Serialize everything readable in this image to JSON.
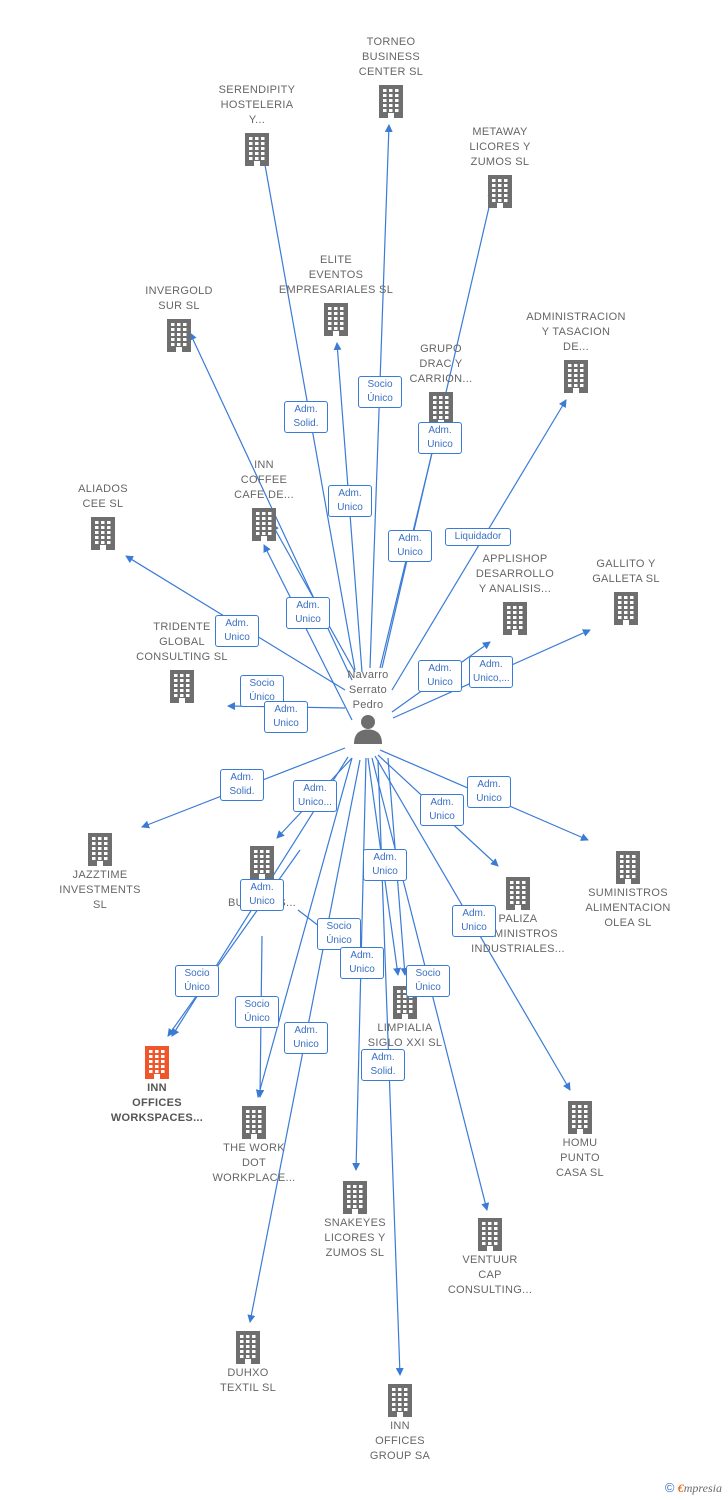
{
  "colors": {
    "edge": "#3a7bd5",
    "building": "#6e6e6e",
    "building_highlight": "#f0562c",
    "person": "#6e6e6e",
    "label": "#666666"
  },
  "person": {
    "name": "Navarro\nSerrato\nPedro",
    "icon": "person-icon"
  },
  "nodes": [
    {
      "id": "torneo",
      "label": "TORNEO\nBUSINESS\nCENTER  SL",
      "icon": "building-icon"
    },
    {
      "id": "serendipity",
      "label": "SERENDIPITY\nHOSTELERIA\nY...",
      "icon": "building-icon"
    },
    {
      "id": "metaway",
      "label": "METAWAY\nLICORES Y\nZUMOS  SL",
      "icon": "building-icon"
    },
    {
      "id": "elite",
      "label": "ELITE\nEVENTOS\nEMPRESARIALES SL",
      "icon": "building-icon"
    },
    {
      "id": "invergold",
      "label": "INVERGOLD\nSUR SL",
      "icon": "building-icon"
    },
    {
      "id": "administracion",
      "label": "ADMINISTRACION\nY TASACION\nDE...",
      "icon": "building-icon"
    },
    {
      "id": "grupo",
      "label": "GRUPO\nDRAC Y\nCARRION...",
      "icon": "building-icon"
    },
    {
      "id": "inncoffee",
      "label": "INN\nCOFFEE\nCAFE DE...",
      "icon": "building-icon"
    },
    {
      "id": "aliados",
      "label": "ALIADOS\nCEE  SL",
      "icon": "building-icon"
    },
    {
      "id": "applishop",
      "label": "APPLISHOP\nDESARROLLO\nY ANALISIS...",
      "icon": "building-icon"
    },
    {
      "id": "gallito",
      "label": "GALLITO Y\nGALLETA  SL",
      "icon": "building-icon"
    },
    {
      "id": "tridente",
      "label": "TRIDENTE\nGLOBAL\nCONSULTING SL",
      "icon": "building-icon"
    },
    {
      "id": "jazztime",
      "label": "JAZZTIME\nINVESTMENTS\nSL",
      "icon": "building-icon"
    },
    {
      "id": "cbusiness",
      "label": "C...\nBUSINESS...",
      "icon": "building-icon"
    },
    {
      "id": "suministros",
      "label": "SUMINISTROS\nALIMENTACION\nOLEA  SL",
      "icon": "building-icon"
    },
    {
      "id": "paliza",
      "label": "PALIZA\nSUMINISTROS\nINDUSTRIALES...",
      "icon": "building-icon"
    },
    {
      "id": "innofficesws",
      "label": "INN\nOFFICES\nWORKSPACES...",
      "icon": "building-icon",
      "highlight": true
    },
    {
      "id": "limpialia",
      "label": "LIMPIALIA\nSIGLO XXI  SL",
      "icon": "building-icon"
    },
    {
      "id": "thework",
      "label": "THE WORK\nDOT\nWORKPLACE...",
      "icon": "building-icon"
    },
    {
      "id": "homu",
      "label": "HOMU\nPUNTO\nCASA  SL",
      "icon": "building-icon"
    },
    {
      "id": "snakeyes",
      "label": "SNAKEYES\nLICORES Y\nZUMOS  SL",
      "icon": "building-icon"
    },
    {
      "id": "ventuur",
      "label": "VENTUUR\nCAP\nCONSULTING...",
      "icon": "building-icon"
    },
    {
      "id": "duhxo",
      "label": "DUHXO\nTEXTIL  SL",
      "icon": "building-icon"
    },
    {
      "id": "innofficesgroup",
      "label": "INN\nOFFICES\nGROUP SA",
      "icon": "building-icon"
    }
  ],
  "edges": [
    {
      "to": "torneo",
      "label": "Socio\nÚnico"
    },
    {
      "to": "serendipity",
      "label": "Adm.\nSolid."
    },
    {
      "to": "metaway",
      "label": "Adm.\nUnico"
    },
    {
      "to": "elite",
      "label": "Adm.\nUnico"
    },
    {
      "to": "invergold",
      "label": "Adm.\nUnico"
    },
    {
      "to": "administracion",
      "label": "Liquidador"
    },
    {
      "to": "grupo",
      "label": "Adm.\nUnico"
    },
    {
      "to": "inncoffee",
      "label": "Adm.\nUnico"
    },
    {
      "to": "aliados",
      "label": "Adm.\nUnico"
    },
    {
      "to": "applishop",
      "label": "Adm.\nUnico"
    },
    {
      "to": "gallito",
      "label": "Adm.\nUnico,..."
    },
    {
      "to": "tridente",
      "label": "Socio\nÚnico"
    },
    {
      "to": "cbusiness",
      "label": "Adm.\nUnico"
    },
    {
      "to": "jazztime",
      "label": "Adm.\nSolid."
    },
    {
      "to": "cbusiness",
      "label": "Adm.\nUnico..."
    },
    {
      "to": "suministros",
      "label": "Adm.\nUnico"
    },
    {
      "to": "paliza",
      "label": "Adm.\nUnico"
    },
    {
      "to": "homu",
      "label": "Adm.\nUnico"
    },
    {
      "to": "innofficesws",
      "label": "Adm.\nUnico"
    },
    {
      "to": "innofficesws",
      "label": "Socio\nÚnico"
    },
    {
      "to": "thework",
      "label": "Socio\nÚnico"
    },
    {
      "to": "thework",
      "label": "Adm.\nUnico"
    },
    {
      "to": "limpialia",
      "label": "Adm.\nUnico"
    },
    {
      "to": "limpialia",
      "label": "Socio\nÚnico"
    },
    {
      "to": "limpialia",
      "label": "Adm.\nUnico"
    },
    {
      "to": "limpialia",
      "label": "Socio\nÚnico"
    },
    {
      "to": "snakeyes",
      "label": "Adm.\nUnico"
    },
    {
      "to": "ventuur",
      "label": ""
    },
    {
      "to": "duhxo",
      "label": "Adm.\nUnico"
    },
    {
      "to": "innofficesgroup",
      "label": "Adm.\nSolid."
    }
  ],
  "brand": {
    "copyright": "©",
    "e": "€",
    "name": "mpresia"
  }
}
